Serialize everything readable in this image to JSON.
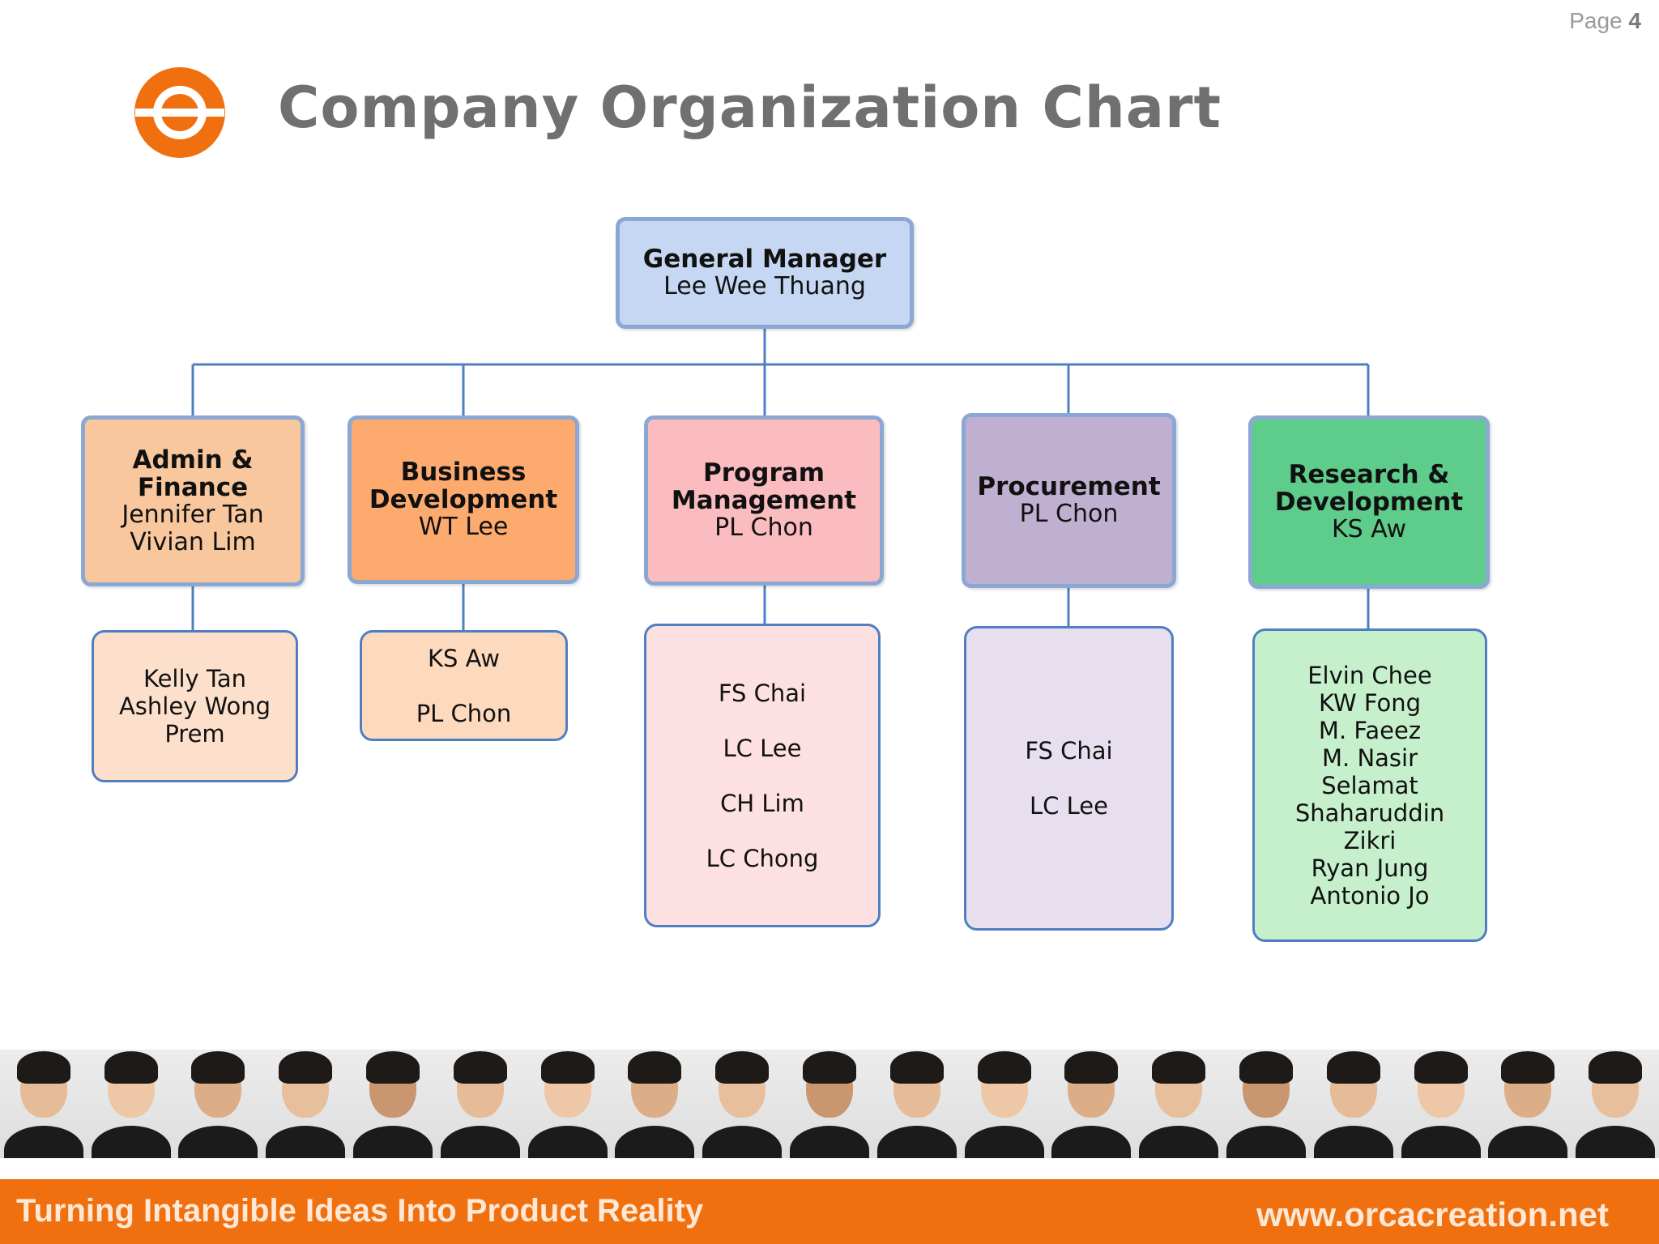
{
  "page": {
    "label": "Page",
    "number": "4"
  },
  "title": "Company Organization Chart",
  "colors": {
    "brand_orange": "#f07010",
    "connector": "#4f7fc0"
  },
  "gm": {
    "role": "General Manager",
    "name": "Lee Wee Thuang",
    "color": "#c5d7f2"
  },
  "departments": [
    {
      "role": "Admin &\nFinance",
      "heads": "Jennifer Tan\nVivian Lim",
      "color": "#f8c79d",
      "members": "Kelly Tan\nAshley Wong\nPrem",
      "members_color": "#fde0cc"
    },
    {
      "role": "Business\nDevelopment",
      "heads": "WT Lee",
      "color": "#fdaa6f",
      "members": "KS Aw\n\nPL Chon",
      "members_color": "#fdd9bd"
    },
    {
      "role": "Program\nManagement",
      "heads": "PL Chon",
      "color": "#fbbcc0",
      "members": "FS Chai\n\nLC Lee\n\nCH Lim\n\nLC Chong",
      "members_color": "#fde0e2"
    },
    {
      "role": "Procurement",
      "heads": "PL Chon",
      "color": "#bfb0d1",
      "members": "FS Chai\n\nLC Lee",
      "members_color": "#e8dfee"
    },
    {
      "role": "Research &\nDevelopment",
      "heads": "KS Aw",
      "color": "#5ecd8b",
      "members": "Elvin Chee\nKW Fong\nM. Faeez\nM. Nasir\nSelamat\nShaharuddin\nZikri\nRyan Jung\nAntonio Jo",
      "members_color": "#c6f0cc"
    }
  ],
  "photo_count": 19,
  "footer": {
    "tagline": "Turning Intangible Ideas Into Product Reality",
    "url": "www.orcacreation.net"
  }
}
